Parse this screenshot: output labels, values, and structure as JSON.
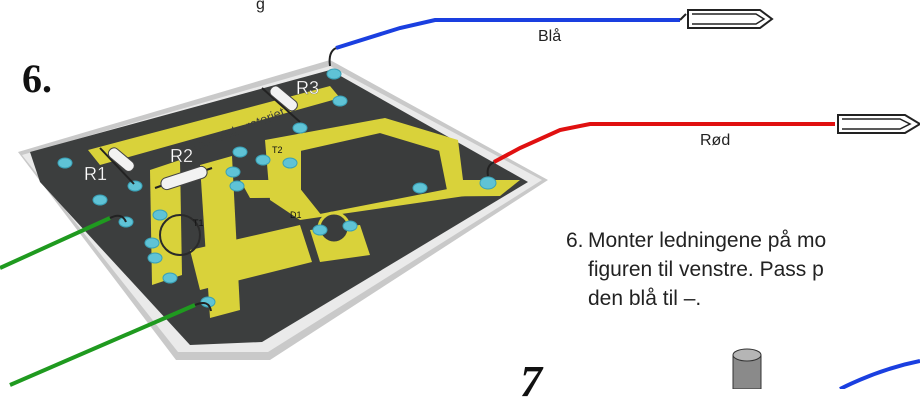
{
  "figure": {
    "step_number": "6.",
    "next_step_number": "7",
    "wire_labels": {
      "blue": "Blå",
      "red": "Rød"
    },
    "component_labels": [
      "R1",
      "R2",
      "R3",
      "T1",
      "T2",
      "D1"
    ],
    "board_text": "Skolelaboratoriet",
    "colors": {
      "blue_wire": "#1a3fe0",
      "red_wire": "#e01010",
      "green_wire": "#1f9a1f",
      "board": "#3b3d3d",
      "traces": "#d9d23a",
      "pads": "#5fc3d6"
    }
  },
  "instruction": {
    "number": "6.",
    "lines": [
      "Monter ledningene på mo",
      "figuren til venstre. Pass p",
      "den blå til –."
    ]
  },
  "top_fragment": "g"
}
